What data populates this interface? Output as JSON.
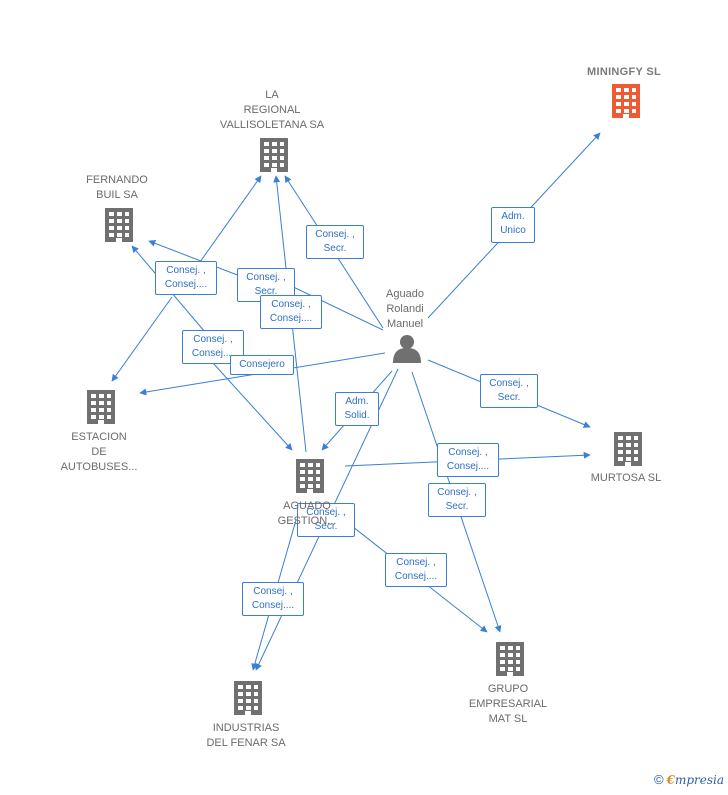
{
  "nodes": [
    {
      "id": "person",
      "type": "person",
      "label": "Aguado\nRolandi\nManuel"
    },
    {
      "id": "miningfy",
      "type": "company",
      "highlight": true,
      "label": "MININGFY  SL"
    },
    {
      "id": "regional",
      "type": "company",
      "label": "LA\nREGIONAL\nVALLISOLETANA SA"
    },
    {
      "id": "fernando",
      "type": "company",
      "label": "FERNANDO\nBUIL SA"
    },
    {
      "id": "estacion",
      "type": "company",
      "label": "ESTACION\nDE\nAUTOBUSES..."
    },
    {
      "id": "aguado_gest",
      "type": "company",
      "label": "AGUADO\nGESTION..."
    },
    {
      "id": "murtosa",
      "type": "company",
      "label": "MURTOSA SL"
    },
    {
      "id": "grupo",
      "type": "company",
      "label": "GRUPO\nEMPRESARIAL\nMAT SL"
    },
    {
      "id": "industrias",
      "type": "company",
      "label": "INDUSTRIAS\nDEL FENAR SA"
    }
  ],
  "edges": [
    {
      "label": "Adm.\nUnico"
    },
    {
      "label": "Consej. ,\nSecr."
    },
    {
      "label": "Consej. ,\nConsej...."
    },
    {
      "label": "Consej. ,\nSecr."
    },
    {
      "label": "Consej. ,\nConsej...."
    },
    {
      "label": "Consej. ,\nConsej...."
    },
    {
      "label": "Consejero"
    },
    {
      "label": "Adm.\nSolid."
    },
    {
      "label": "Consej. ,\nSecr."
    },
    {
      "label": "Consej. ,\nConsej...."
    },
    {
      "label": "Consej. ,\nSecr."
    },
    {
      "label": "Consej. ,\nSecr."
    },
    {
      "label": "Consej. ,\nConsej...."
    },
    {
      "label": "Consej. ,\nConsej...."
    }
  ],
  "colors": {
    "edge": "#3a7fd5",
    "company": "#707070",
    "highlight": "#f05a32",
    "person": "#707070"
  },
  "footer": {
    "copyright": "©",
    "brand_first": "€",
    "brand_rest": "mpresia"
  }
}
